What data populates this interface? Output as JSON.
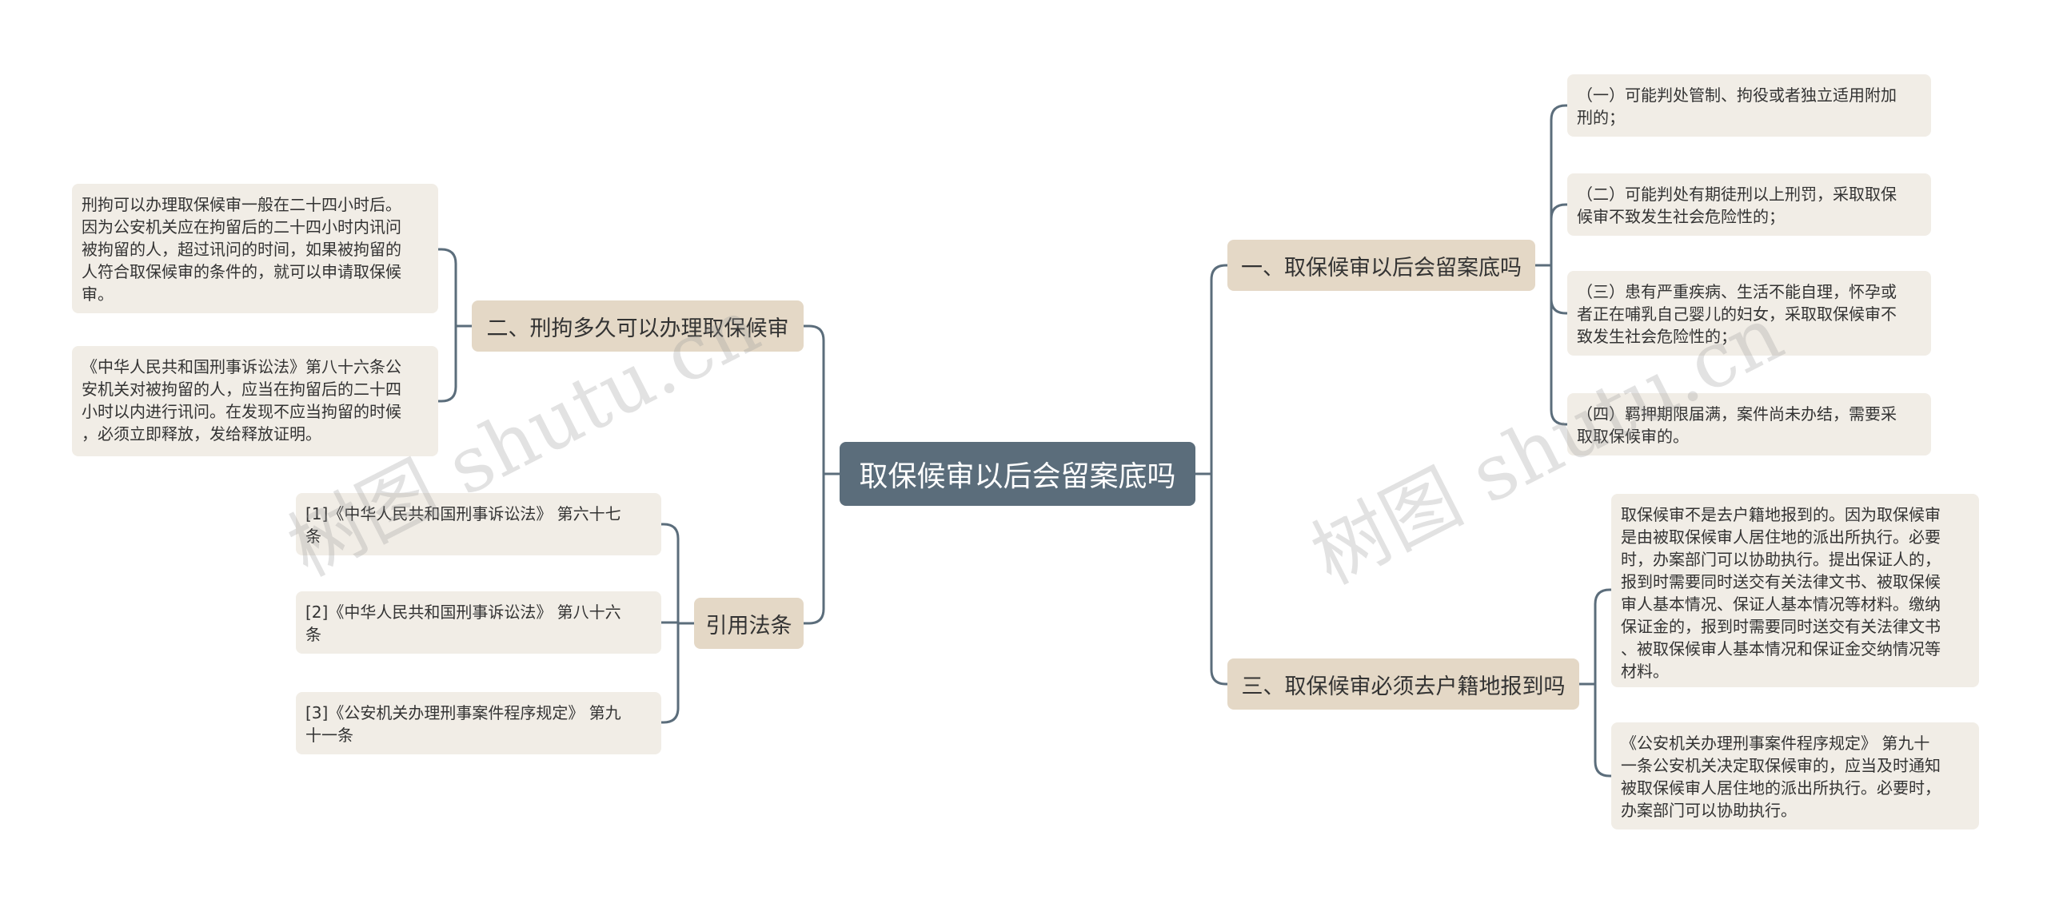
{
  "diagram": {
    "root": "取保候审以后会留案底吗",
    "branches": {
      "b1": "一、取保候审以后会留案底吗",
      "b2": "二、刑拘多久可以办理取保候审",
      "b3": "三、取保候审必须去户籍地报到吗",
      "b4": "引用法条"
    },
    "leaves": {
      "r1": "（一）可能判处管制、拘役或者独立适用附加\n刑的；",
      "r2": "（二）可能判处有期徒刑以上刑罚，采取取保\n候审不致发生社会危险性的；",
      "r3": "（三）患有严重疾病、生活不能自理，怀孕或\n者正在哺乳自己婴儿的妇女，采取取保候审不\n致发生社会危险性的；",
      "r4": "（四）羁押期限届满，案件尚未办结，需要采\n取取保候审的。",
      "r5": "取保候审不是去户籍地报到的。因为取保候审\n是由被取保候审人居住地的派出所执行。必要\n时，办案部门可以协助执行。提出保证人的，\n报到时需要同时送交有关法律文书、被取保候\n审人基本情况、保证人基本情况等材料。缴纳\n保证金的，报到时需要同时送交有关法律文书\n、被取保候审人基本情况和保证金交纳情况等\n材料。",
      "r6": "《公安机关办理刑事案件程序规定》 第九十\n一条公安机关决定取保候审的，应当及时通知\n被取保候审人居住地的派出所执行。必要时，\n办案部门可以协助执行。",
      "l1": "刑拘可以办理取保候审一般在二十四小时后。\n因为公安机关应在拘留后的二十四小时内讯问\n被拘留的人，超过讯问的时间，如果被拘留的\n人符合取保候审的条件的，就可以申请取保候\n审。",
      "l2": "《中华人民共和国刑事诉讼法》第八十六条公\n安机关对被拘留的人，应当在拘留后的二十四\n小时以内进行讯问。在发现不应当拘留的时候\n，必须立即释放，发给释放证明。",
      "l3": "[1]《中华人民共和国刑事诉讼法》 第六十七\n条",
      "l4": "[2]《中华人民共和国刑事诉讼法》 第八十六\n条",
      "l5": "[3]《公安机关办理刑事案件程序规定》 第九\n十一条"
    }
  },
  "watermark": {
    "left": "树图 shutu.cn",
    "right": "树图 shutu.cn"
  },
  "colors": {
    "root_bg": "#5b6d7b",
    "branch_bg": "#e4d8c6",
    "leaf_bg": "#f1ede6",
    "line": "#5b6d7b"
  }
}
